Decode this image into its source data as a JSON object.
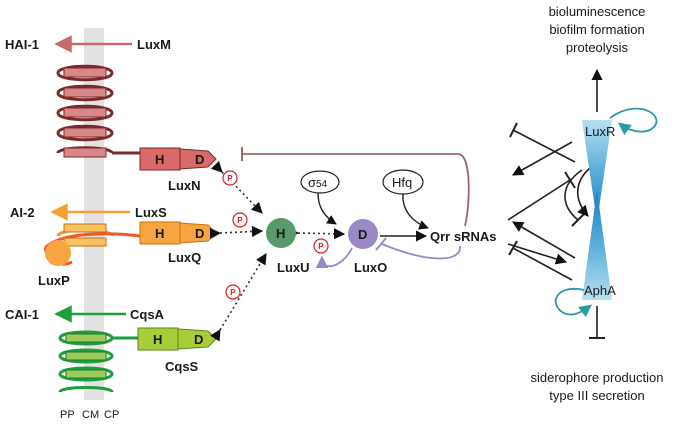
{
  "colors": {
    "hai_red": "#c86a6a",
    "luxn_dark": "#7a2a2a",
    "ai2_orange": "#f5a033",
    "luxq_orange": "#f7941d",
    "cai_green": "#1e9e3c",
    "cqss_green": "#a9cc3a",
    "luxu_green": "#5a9a6a",
    "luxo_purple": "#9a8ac8",
    "membrane_gray": "#e2e2e2",
    "phospho_red": "#d42020",
    "teal": "#2a9aaa",
    "inhibit_brown": "#9a6a6a"
  },
  "autoinducers": {
    "hai1": "HAI-1",
    "ai2": "AI-2",
    "cai1": "CAI-1"
  },
  "synthases": {
    "luxm": "LuxM",
    "luxs": "LuxS",
    "cqsa": "CqsA"
  },
  "receptors": {
    "luxn": "LuxN",
    "luxq": "LuxQ",
    "luxp": "LuxP",
    "cqss": "CqsS"
  },
  "domains": {
    "h": "H",
    "d": "D"
  },
  "phospho": "P",
  "cytoplasm": {
    "luxu": "LuxU",
    "luxo": "LuxO",
    "sigma_prefix": "σ",
    "sigma_sub": "54",
    "hfq": "Hfq",
    "qrr": "Qrr sRNAs"
  },
  "regulators": {
    "luxr": "LuxR",
    "apha": "AphA"
  },
  "outputs_top": [
    "bioluminescence",
    "biofilm formation",
    "proteolysis"
  ],
  "outputs_bottom": [
    "siderophore production",
    "type III secretion"
  ],
  "membrane_labels": {
    "pp": "PP",
    "cm": "CM",
    "cp": "CP"
  }
}
